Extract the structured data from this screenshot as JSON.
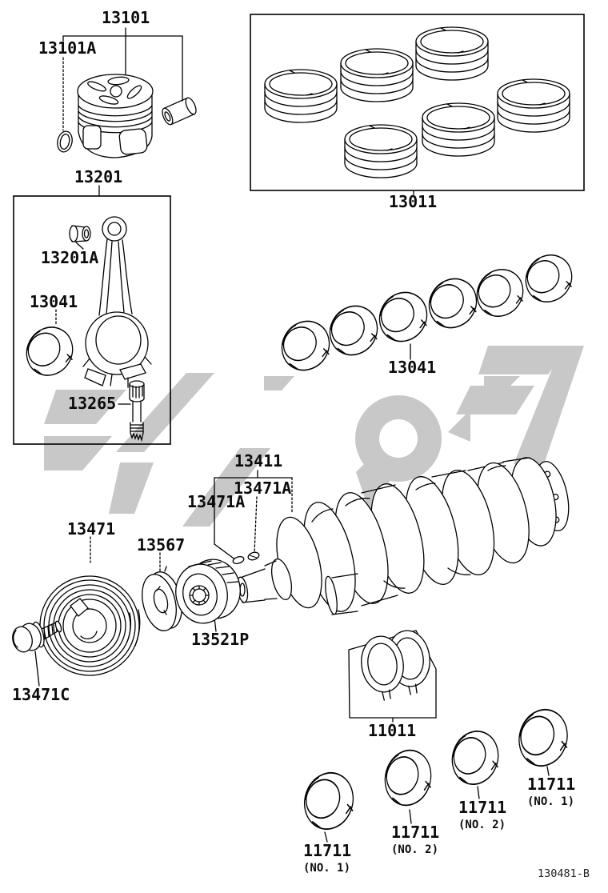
{
  "page": {
    "footer_code": "130481-B",
    "colors": {
      "line": "#000000",
      "watermark": "#c8c8c8",
      "background": "#ffffff"
    }
  },
  "labels": {
    "piston": "13101",
    "piston_pin_snap_ring": "13101A",
    "connecting_rod": "13201",
    "rod_small_end_bushing": "13201A",
    "rod_bearing": "13041",
    "rod_bolt": "13265",
    "piston_ring_set": "13011",
    "crankshaft_bearing_upper": "13041",
    "crankshaft": "13411",
    "crankshaft_key_front": "13471A",
    "crankshaft_key_rear": "13471A",
    "crankshaft_pulley": "13471",
    "pulley_spacer_plate": "13567",
    "crankshaft_timing_gear": "13521P",
    "pulley_bolt": "13471C",
    "crankshaft_thrust_washer": "11011"
  },
  "main_bearings": [
    {
      "code": "11711",
      "position": "(NO. 1)"
    },
    {
      "code": "11711",
      "position": "(NO. 2)"
    },
    {
      "code": "11711",
      "position": "(NO. 2)"
    },
    {
      "code": "11711",
      "position": "(NO. 1)"
    }
  ]
}
